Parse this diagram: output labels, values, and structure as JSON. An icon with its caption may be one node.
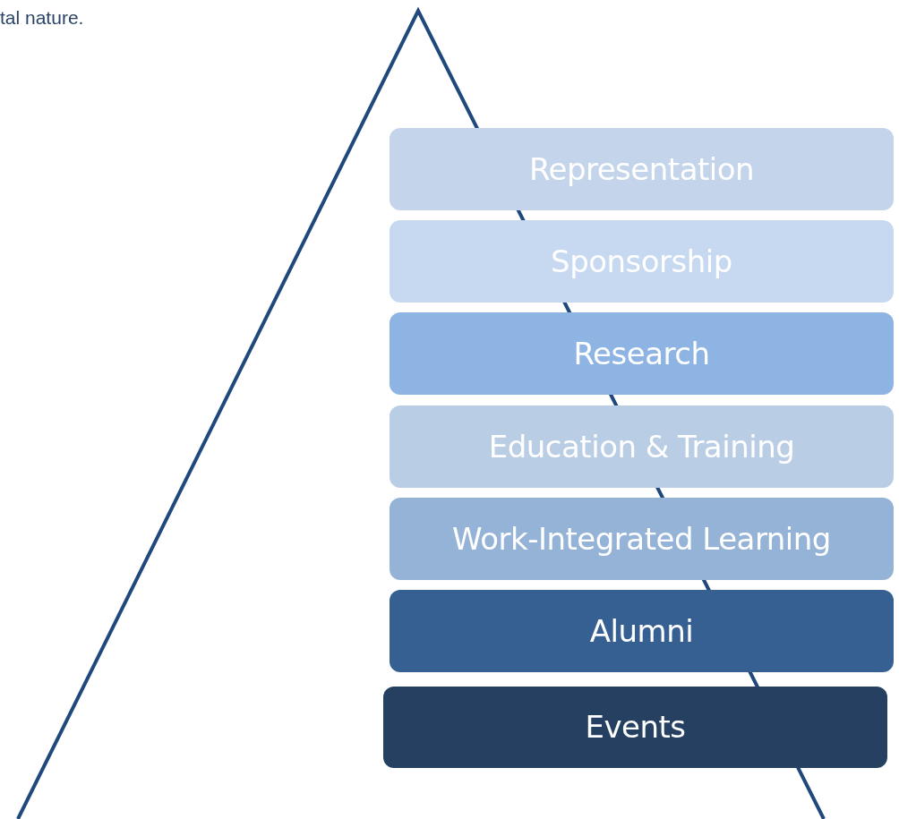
{
  "diagram": {
    "nodes": [
      {
        "text": [
          "Representation"
        ]
      },
      {
        "text": [
          "Sponsorship"
        ]
      },
      {
        "text": [
          "Research"
        ]
      },
      {
        "text": [
          "Education & Training"
        ]
      },
      {
        "text": [
          "Work-Integrated Learning"
        ]
      },
      {
        "text": [
          "Alumni"
        ]
      },
      {
        "text": [
          "Events"
        ]
      }
    ],
    "labels": [
      "tal nature."
    ]
  }
}
